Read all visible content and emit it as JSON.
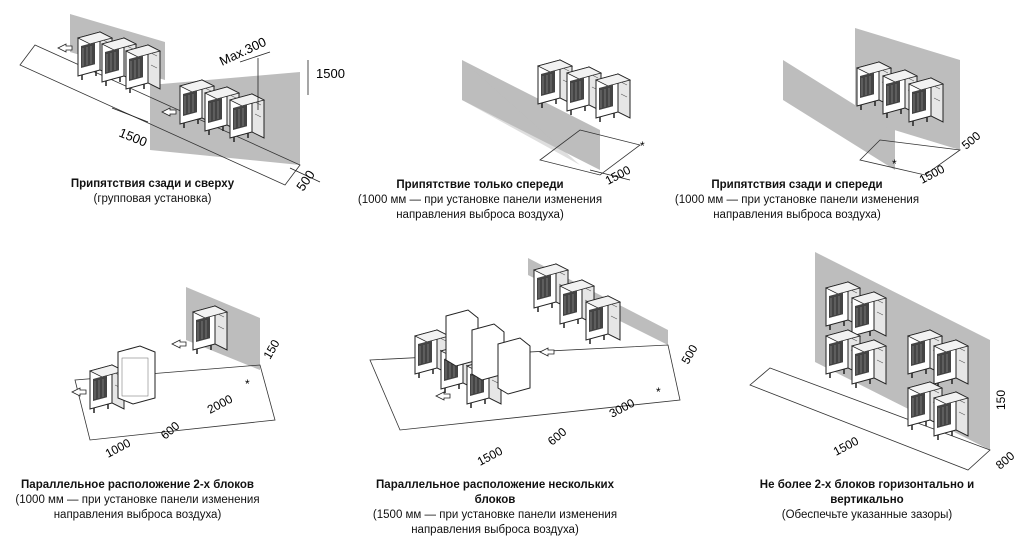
{
  "panels": [
    {
      "title": "Припятствия сзади и сверху",
      "subtitle": "(групповая установка)",
      "dims": [
        "1500",
        "1500",
        "500",
        "Max.300"
      ]
    },
    {
      "title": "Припятствие только спереди",
      "subtitle": "(1000 мм — при установке панели изменения направления выброса воздуха)",
      "dims": [
        "1500",
        "*"
      ]
    },
    {
      "title": "Припятствия сзади и спереди",
      "subtitle": "(1000 мм — при установке панели изменения направления выброса воздуха)",
      "dims": [
        "1500",
        "500",
        "*"
      ]
    },
    {
      "title": "Параллельное расположение 2-х блоков",
      "subtitle": "(1000 мм — при установке панели изменения направления выброса воздуха)",
      "dims": [
        "1000",
        "600",
        "2000",
        "150",
        "*"
      ]
    },
    {
      "title": "Параллельное расположение нескольких блоков",
      "subtitle": "(1500 мм — при установке панели изменения направления выброса воздуха)",
      "dims": [
        "1500",
        "600",
        "3000",
        "500",
        "*"
      ]
    },
    {
      "title": "Не более 2-х блоков горизонтально и вертикально",
      "subtitle": "(Обеспечьте указанные зазоры)",
      "dims": [
        "1500",
        "150",
        "800"
      ]
    }
  ]
}
